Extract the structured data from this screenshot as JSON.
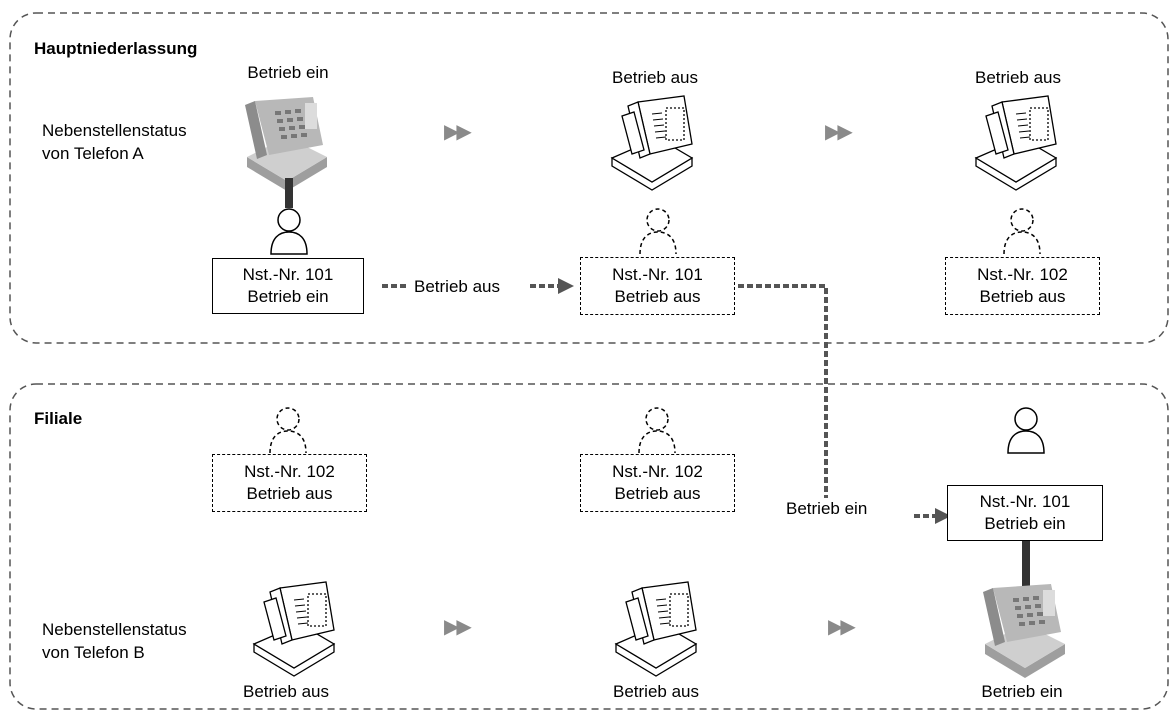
{
  "regions": {
    "head_office": "Hauptniederlassung",
    "branch": "Filiale"
  },
  "labels": {
    "phone_a": [
      "Nebenstellenstatus",
      "von Telefon A"
    ],
    "phone_b": [
      "Nebenstellenstatus",
      "von Telefon B"
    ],
    "on": "Betrieb ein",
    "off": "Betrieb aus"
  },
  "head_office": {
    "phone_states": [
      "Betrieb ein",
      "Betrieb aus",
      "Betrieb aus"
    ],
    "extensions": [
      {
        "number": "Nst.-Nr. 101",
        "status": "Betrieb ein"
      },
      {
        "number": "Nst.-Nr. 101",
        "status": "Betrieb aus"
      },
      {
        "number": "Nst.-Nr. 102",
        "status": "Betrieb aus"
      }
    ],
    "transition_label": "Betrieb aus"
  },
  "branch": {
    "phone_states": [
      "Betrieb aus",
      "Betrieb aus",
      "Betrieb ein"
    ],
    "extensions": [
      {
        "number": "Nst.-Nr. 102",
        "status": "Betrieb aus"
      },
      {
        "number": "Nst.-Nr. 102",
        "status": "Betrieb aus"
      },
      {
        "number": "Nst.-Nr. 101",
        "status": "Betrieb ein"
      }
    ],
    "transition_label": "Betrieb ein"
  },
  "colors": {
    "line": "#555555",
    "arrow": "#8a8a8a",
    "phone_active": "#a9a9a9"
  }
}
